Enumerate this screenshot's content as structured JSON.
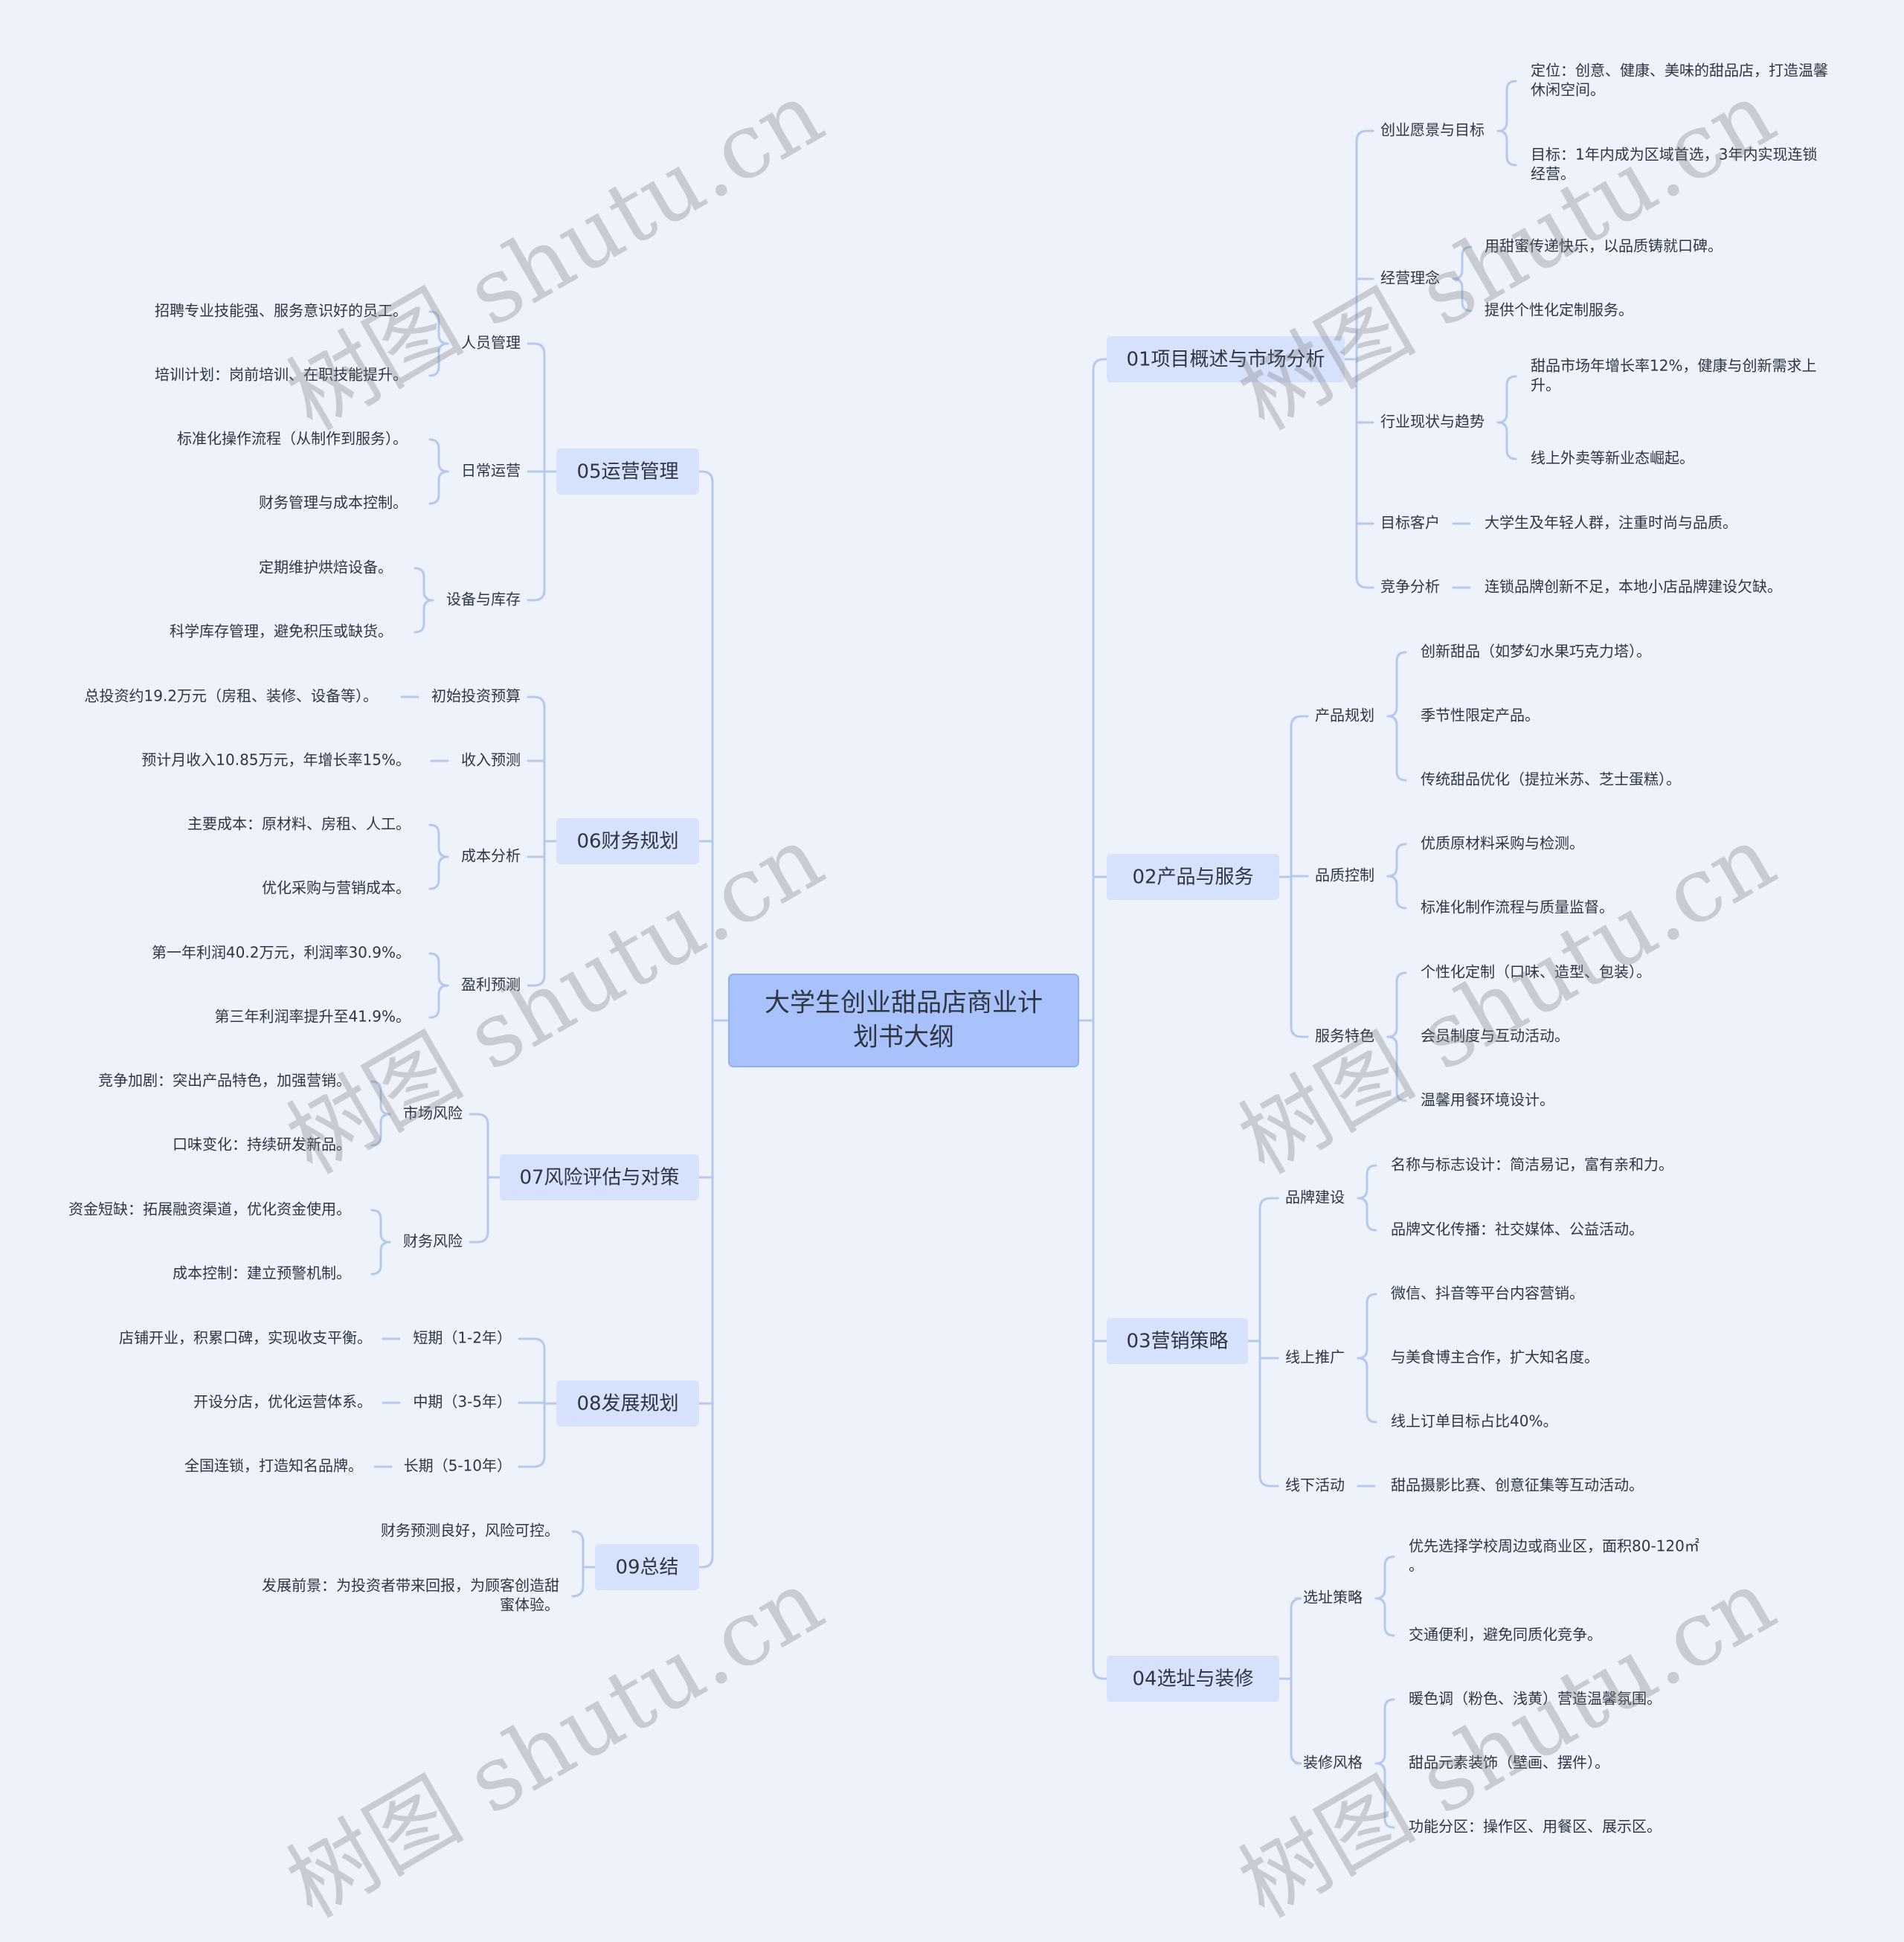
{
  "watermark": "树图 shutu.cn",
  "colors": {
    "background": "#edf2fb",
    "root_fill": "#a9c2fb",
    "branch_fill": "#d6e2fc",
    "line": "#b6c9ec",
    "text": "#2f3542"
  },
  "root": {
    "line1": "大学生创业甜品店商业计",
    "line2": "划书大纲"
  },
  "branches": [
    {
      "label": "01项目概述与市场分析",
      "topics": [
        {
          "label": "创业愿景与目标",
          "leaves": [
            {
              "lines": [
                "定位：创意、健康、美味的甜品店，打造温馨",
                "休闲空间。"
              ]
            },
            {
              "lines": [
                "目标：1年内成为区域首选，3年内实现连锁",
                "经营。"
              ]
            }
          ]
        },
        {
          "label": "经营理念",
          "leaves": [
            {
              "lines": [
                "用甜蜜传递快乐，以品质铸就口碑。"
              ]
            },
            {
              "lines": [
                "提供个性化定制服务。"
              ]
            }
          ]
        },
        {
          "label": "行业现状与趋势",
          "leaves": [
            {
              "lines": [
                "甜品市场年增长率12%，健康与创新需求上",
                "升。"
              ]
            },
            {
              "lines": [
                "线上外卖等新业态崛起。"
              ]
            }
          ]
        },
        {
          "label": "目标客户",
          "leaves": [
            {
              "lines": [
                "大学生及年轻人群，注重时尚与品质。"
              ]
            }
          ]
        },
        {
          "label": "竞争分析",
          "leaves": [
            {
              "lines": [
                "连锁品牌创新不足，本地小店品牌建设欠缺。"
              ]
            }
          ]
        }
      ]
    },
    {
      "label": "02产品与服务",
      "topics": [
        {
          "label": "产品规划",
          "leaves": [
            {
              "lines": [
                "创新甜品（如梦幻水果巧克力塔）。"
              ]
            },
            {
              "lines": [
                "季节性限定产品。"
              ]
            },
            {
              "lines": [
                "传统甜品优化（提拉米苏、芝士蛋糕）。"
              ]
            }
          ]
        },
        {
          "label": "品质控制",
          "leaves": [
            {
              "lines": [
                "优质原材料采购与检测。"
              ]
            },
            {
              "lines": [
                "标准化制作流程与质量监督。"
              ]
            }
          ]
        },
        {
          "label": "服务特色",
          "leaves": [
            {
              "lines": [
                "个性化定制（口味、造型、包装）。"
              ]
            },
            {
              "lines": [
                "会员制度与互动活动。"
              ]
            },
            {
              "lines": [
                "温馨用餐环境设计。"
              ]
            }
          ]
        }
      ]
    },
    {
      "label": "03营销策略",
      "topics": [
        {
          "label": "品牌建设",
          "leaves": [
            {
              "lines": [
                "名称与标志设计：简洁易记，富有亲和力。"
              ]
            },
            {
              "lines": [
                "品牌文化传播：社交媒体、公益活动。"
              ]
            }
          ]
        },
        {
          "label": "线上推广",
          "leaves": [
            {
              "lines": [
                "微信、抖音等平台内容营销。"
              ]
            },
            {
              "lines": [
                "与美食博主合作，扩大知名度。"
              ]
            },
            {
              "lines": [
                "线上订单目标占比40%。"
              ]
            }
          ]
        },
        {
          "label": "线下活动",
          "leaves": [
            {
              "lines": [
                "甜品摄影比赛、创意征集等互动活动。"
              ]
            }
          ]
        }
      ]
    },
    {
      "label": "04选址与装修",
      "topics": [
        {
          "label": "选址策略",
          "leaves": [
            {
              "lines": [
                "优先选择学校周边或商业区，面积80-120㎡",
                "。"
              ]
            },
            {
              "lines": [
                "交通便利，避免同质化竞争。"
              ]
            }
          ]
        },
        {
          "label": "装修风格",
          "leaves": [
            {
              "lines": [
                "暖色调（粉色、浅黄）营造温馨氛围。"
              ]
            },
            {
              "lines": [
                "甜品元素装饰（壁画、摆件）。"
              ]
            },
            {
              "lines": [
                "功能分区：操作区、用餐区、展示区。"
              ]
            }
          ]
        }
      ]
    },
    {
      "label": "05运营管理",
      "topics": [
        {
          "label": "人员管理",
          "leaves": [
            {
              "lines": [
                "招聘专业技能强、服务意识好的员工。"
              ]
            },
            {
              "lines": [
                "培训计划：岗前培训、在职技能提升。"
              ]
            }
          ]
        },
        {
          "label": "日常运营",
          "leaves": [
            {
              "lines": [
                "标准化操作流程（从制作到服务）。"
              ]
            },
            {
              "lines": [
                "财务管理与成本控制。"
              ]
            }
          ]
        },
        {
          "label": "设备与库存",
          "leaves": [
            {
              "lines": [
                "定期维护烘焙设备。"
              ]
            },
            {
              "lines": [
                "科学库存管理，避免积压或缺货。"
              ]
            }
          ]
        }
      ]
    },
    {
      "label": "06财务规划",
      "topics": [
        {
          "label": "初始投资预算",
          "leaves": [
            {
              "lines": [
                "总投资约19.2万元（房租、装修、设备等）。"
              ]
            }
          ]
        },
        {
          "label": "收入预测",
          "leaves": [
            {
              "lines": [
                "预计月收入10.85万元，年增长率15%。"
              ]
            }
          ]
        },
        {
          "label": "成本分析",
          "leaves": [
            {
              "lines": [
                "主要成本：原材料、房租、人工。"
              ]
            },
            {
              "lines": [
                "优化采购与营销成本。"
              ]
            }
          ]
        },
        {
          "label": "盈利预测",
          "leaves": [
            {
              "lines": [
                "第一年利润40.2万元，利润率30.9%。"
              ]
            },
            {
              "lines": [
                "第三年利润率提升至41.9%。"
              ]
            }
          ]
        }
      ]
    },
    {
      "label": "07风险评估与对策",
      "topics": [
        {
          "label": "市场风险",
          "leaves": [
            {
              "lines": [
                "竞争加剧：突出产品特色，加强营销。"
              ]
            },
            {
              "lines": [
                "口味变化：持续研发新品。"
              ]
            }
          ]
        },
        {
          "label": "财务风险",
          "leaves": [
            {
              "lines": [
                "资金短缺：拓展融资渠道，优化资金使用。"
              ]
            },
            {
              "lines": [
                "成本控制：建立预警机制。"
              ]
            }
          ]
        }
      ]
    },
    {
      "label": "08发展规划",
      "topics": [
        {
          "label": "短期（1-2年）",
          "leaves": [
            {
              "lines": [
                "店铺开业，积累口碑，实现收支平衡。"
              ]
            }
          ]
        },
        {
          "label": "中期（3-5年）",
          "leaves": [
            {
              "lines": [
                "开设分店，优化运营体系。"
              ]
            }
          ]
        },
        {
          "label": "长期（5-10年）",
          "leaves": [
            {
              "lines": [
                "全国连锁，打造知名品牌。"
              ]
            }
          ]
        }
      ]
    },
    {
      "label": "09总结",
      "topics": [],
      "leaves": [
        {
          "lines": [
            "财务预测良好，风险可控。"
          ]
        },
        {
          "lines": [
            "发展前景：为投资者带来回报，为顾客创造甜",
            "蜜体验。"
          ]
        }
      ]
    }
  ]
}
